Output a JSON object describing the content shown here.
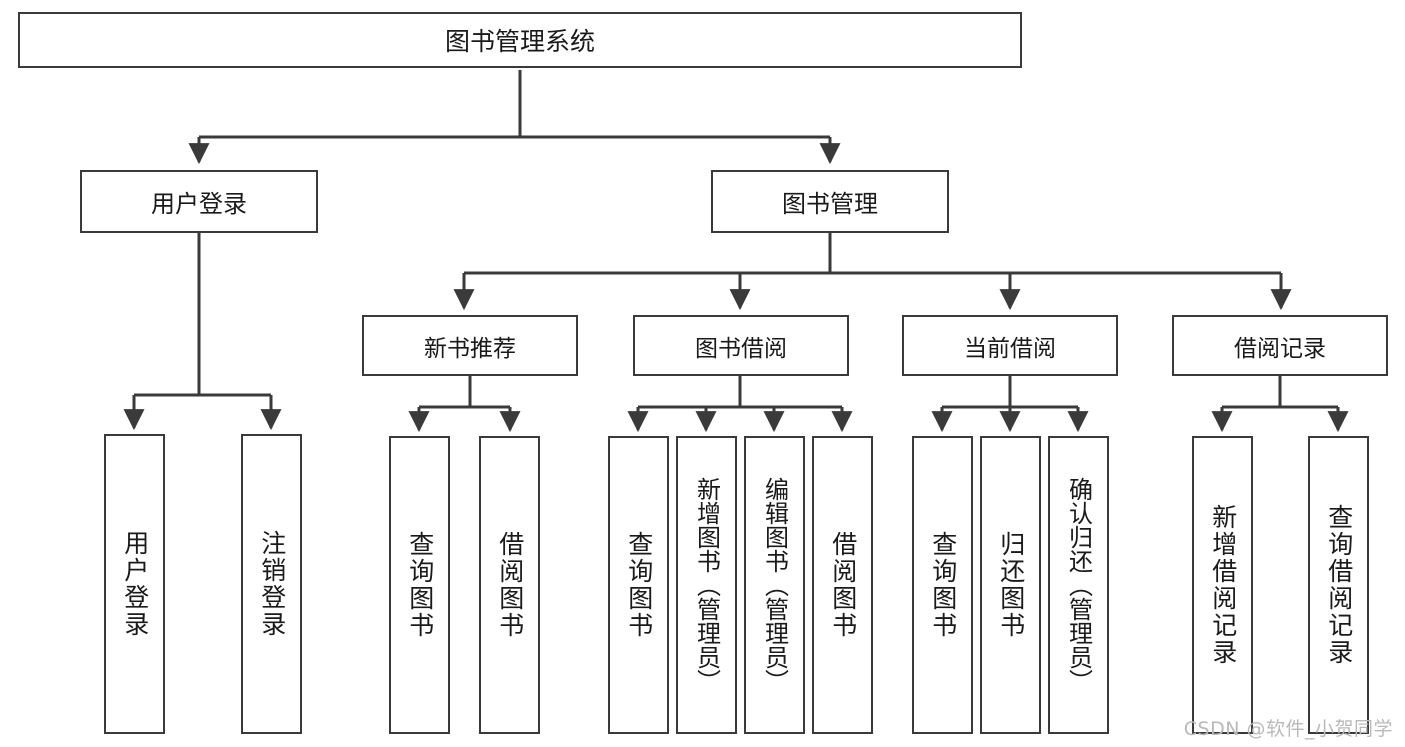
{
  "diagram": {
    "title": "图书管理系统",
    "type": "tree",
    "watermark": "CSDN @软件_小贺同学",
    "colors": {
      "border": "#3a3a3a",
      "background": "#ffffff",
      "text": "#1a1a1a",
      "connector": "#3a3a3a",
      "watermark": "#b9b9b9"
    },
    "root": {
      "label": "图书管理系统"
    },
    "level2": [
      {
        "label": "用户登录"
      },
      {
        "label": "图书管理"
      }
    ],
    "level3": [
      {
        "label": "新书推荐"
      },
      {
        "label": "图书借阅"
      },
      {
        "label": "当前借阅"
      },
      {
        "label": "借阅记录"
      }
    ],
    "leaves": {
      "user_login": [
        {
          "label": "用户登录"
        },
        {
          "label": "注销登录"
        }
      ],
      "new_book": [
        {
          "label": "查询图书"
        },
        {
          "label": "借阅图书"
        }
      ],
      "book_borrow": [
        {
          "label": "查询图书"
        },
        {
          "label": "新增图书（管理员）"
        },
        {
          "label": "编辑图书（管理员）"
        },
        {
          "label": "借阅图书"
        }
      ],
      "current_borrow": [
        {
          "label": "查询图书"
        },
        {
          "label": "归还图书"
        },
        {
          "label": "确认归还（管理员）"
        }
      ],
      "borrow_record": [
        {
          "label": "新增借阅记录"
        },
        {
          "label": "查询借阅记录"
        }
      ]
    }
  }
}
